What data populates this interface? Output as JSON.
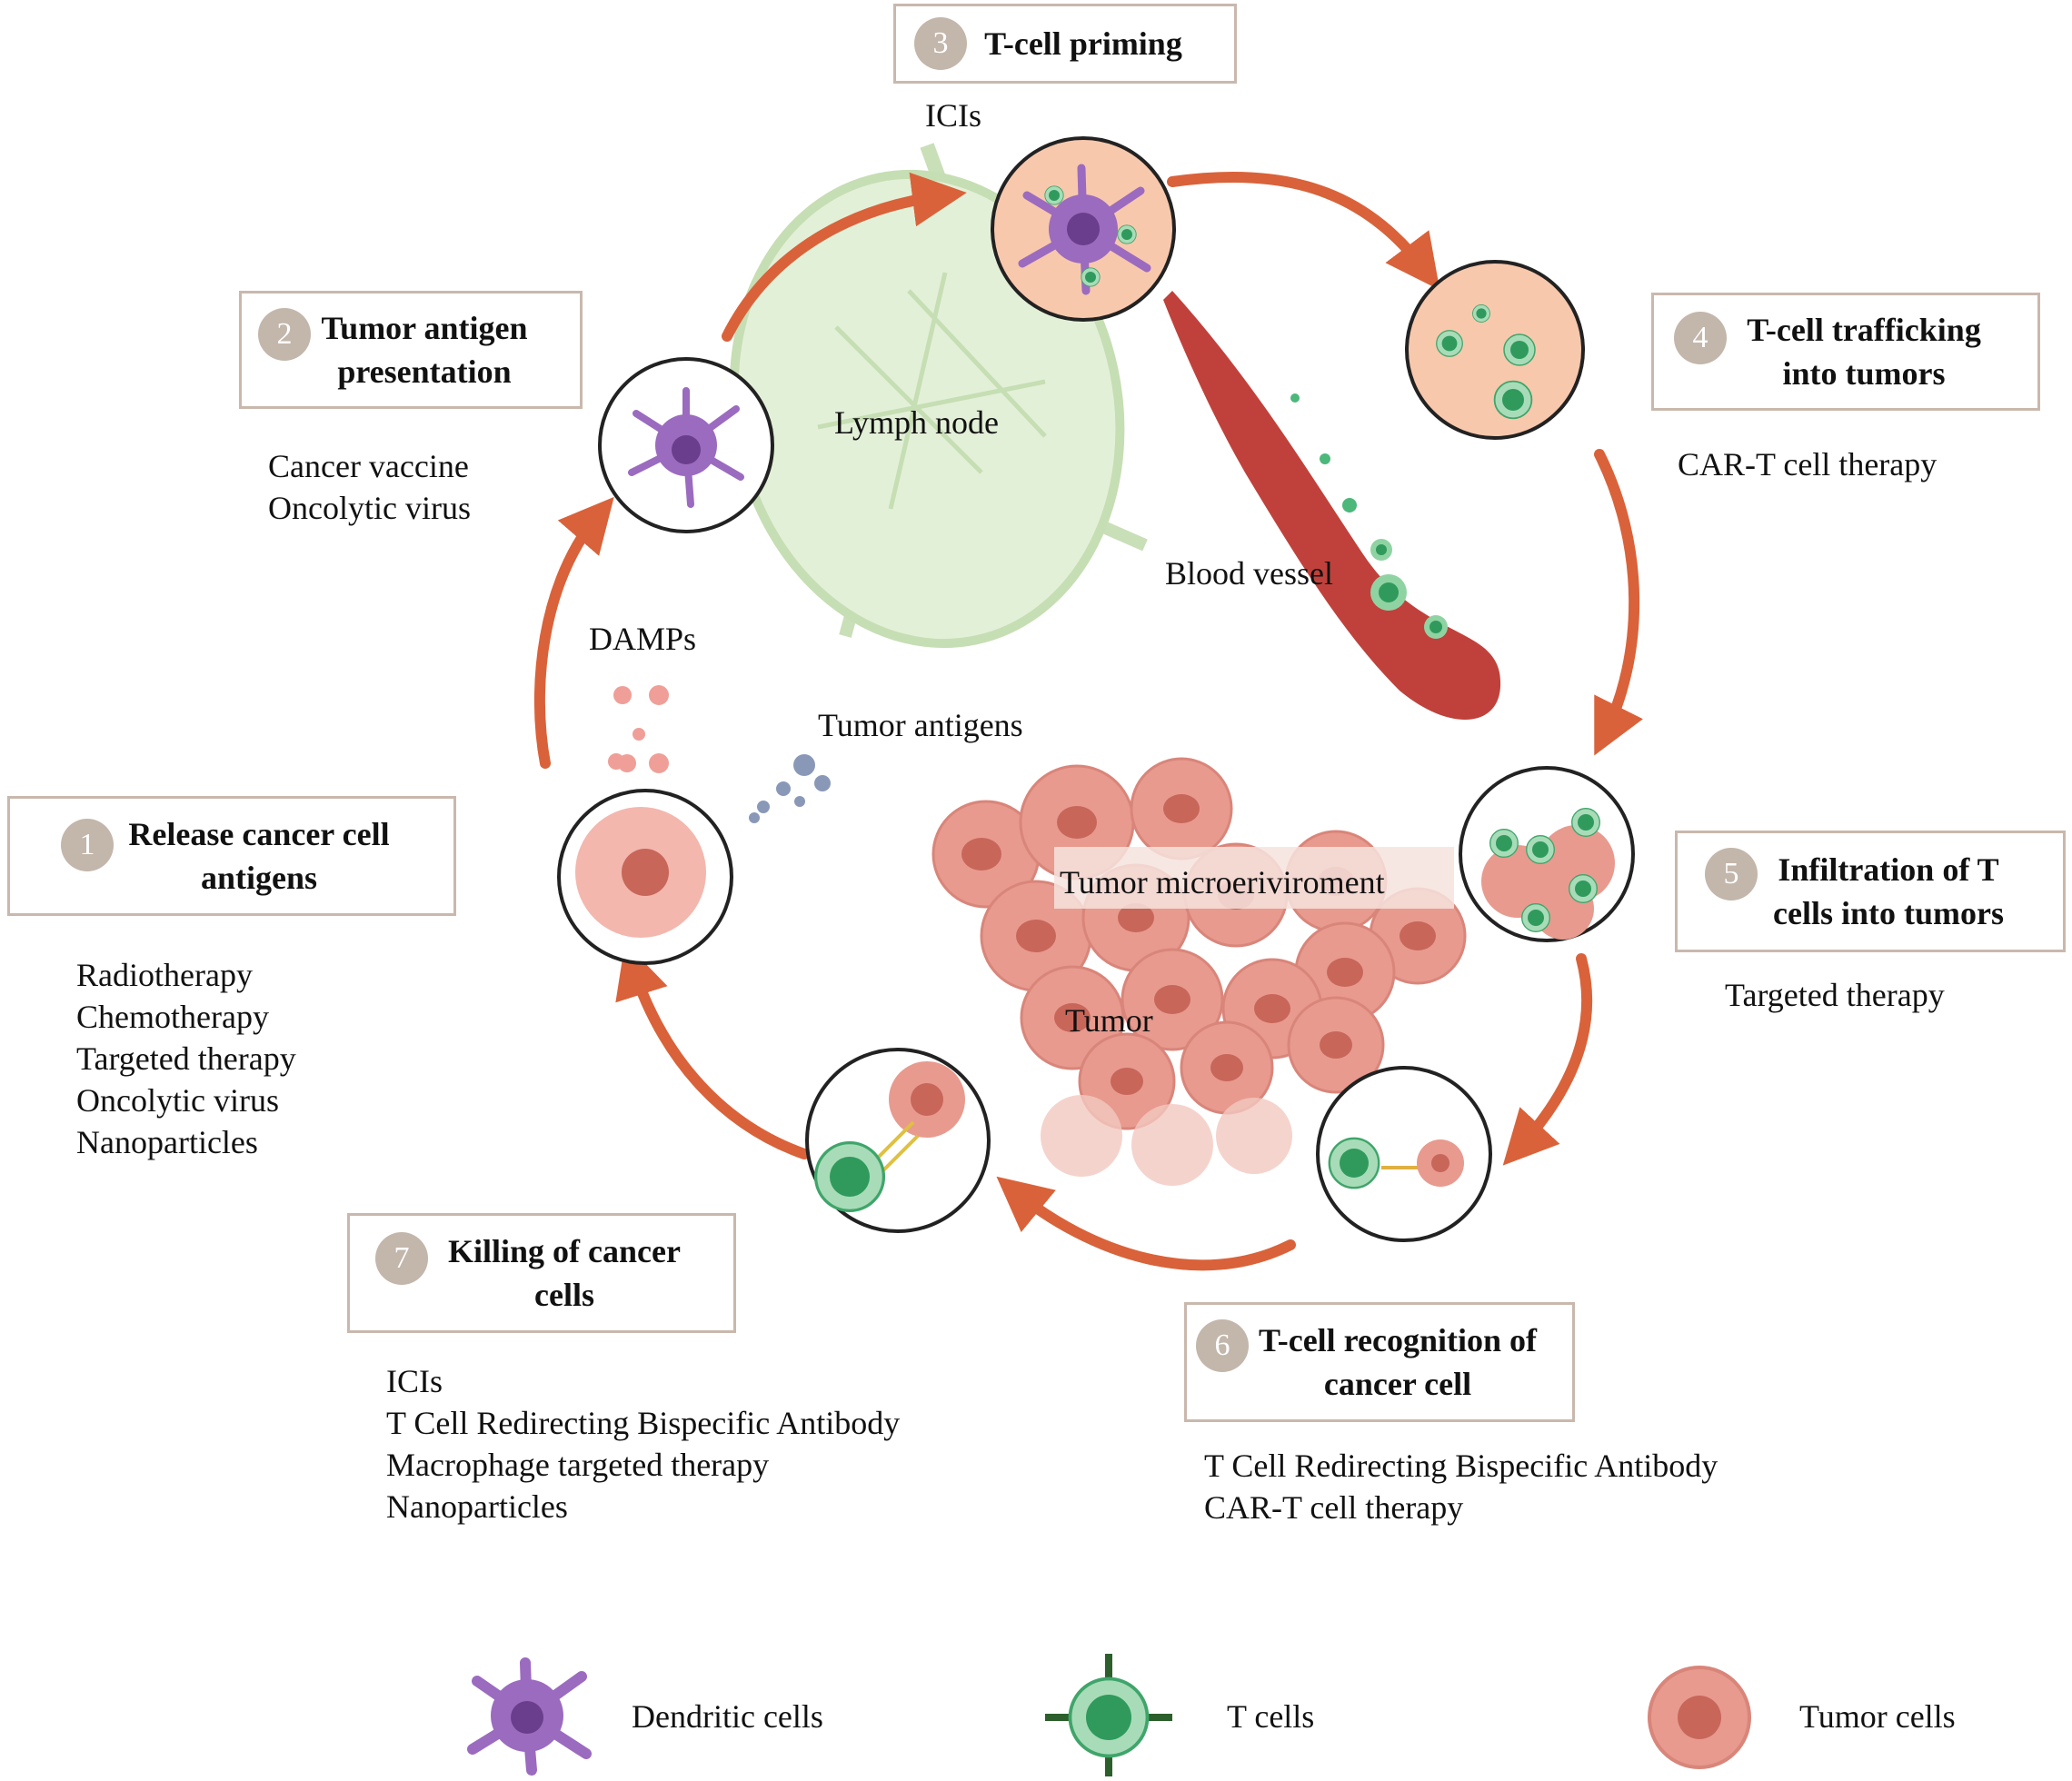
{
  "steps": [
    {
      "num": "1",
      "title": "Release cancer cell\nantigens",
      "therapies": [
        "Radiotherapy",
        "Chemotherapy",
        "Targeted therapy",
        "Oncolytic virus",
        "Nanoparticles"
      ]
    },
    {
      "num": "2",
      "title": "Tumor antigen\npresentation",
      "therapies": [
        "Cancer vaccine",
        "Oncolytic virus"
      ]
    },
    {
      "num": "3",
      "title": "T-cell priming",
      "therapies": [
        "ICIs"
      ]
    },
    {
      "num": "4",
      "title": "T-cell trafficking\ninto tumors",
      "therapies": [
        "CAR-T cell therapy"
      ]
    },
    {
      "num": "5",
      "title": "Infiltration of T\ncells into tumors",
      "therapies": [
        "Targeted therapy"
      ]
    },
    {
      "num": "6",
      "title": "T-cell recognition of\ncancer cell",
      "therapies": [
        "T Cell Redirecting Bispecific Antibody",
        "CAR-T cell therapy"
      ]
    },
    {
      "num": "7",
      "title": "Killing of cancer\ncells",
      "therapies": [
        "ICIs",
        "T Cell Redirecting Bispecific Antibody",
        "Macrophage targeted therapy",
        "Nanoparticles"
      ]
    }
  ],
  "labels": {
    "lymph_node": "Lymph node",
    "blood_vessel": "Blood vessel",
    "damps": "DAMPs",
    "tumor_antigens": "Tumor antigens",
    "tumor_microenvironment": "Tumor microeriviroment",
    "tumor": "Tumor"
  },
  "legend": [
    {
      "label": "Dendritic cells",
      "icon": "dendritic-cell-icon"
    },
    {
      "label": "T cells",
      "icon": "t-cell-icon"
    },
    {
      "label": "Tumor cells",
      "icon": "tumor-cell-icon"
    }
  ],
  "colors": {
    "arrow": "#d9623a",
    "tumor": "#e89a8e",
    "tumor_nucleus": "#c8665a",
    "dendritic": "#9b6bbf",
    "tcell": "#4cb87a",
    "lymph": "#d6e8c8",
    "vessel": "#b5332f",
    "box_border": "#c9b8ad"
  }
}
